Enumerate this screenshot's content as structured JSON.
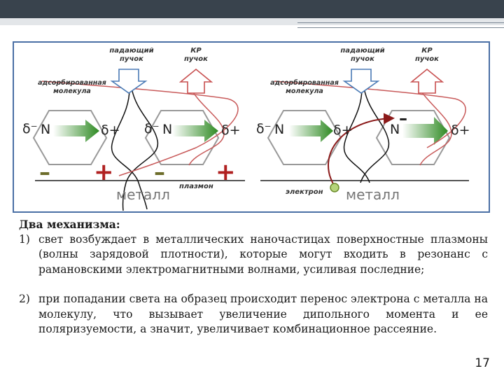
{
  "figure": {
    "left": {
      "incident_beam": "падающий\nпучок",
      "raman_beam": "КР\nпучок",
      "adsorbed_molecule": "адсорбированная\nмолекула",
      "delta_minus_1": "δ⁻",
      "delta_plus_1": "δ+",
      "delta_minus_2": "δ⁻",
      "delta_plus_2": "δ+",
      "n1": "N",
      "n2": "N",
      "metal": "металл",
      "plasmon": "плазмон",
      "charges": [
        "–",
        "+",
        "–",
        "+"
      ]
    },
    "right": {
      "incident_beam": "падающий\nпучок",
      "raman_beam": "КР\nпучок",
      "adsorbed_molecule": "адсорбированная\nмолекула",
      "delta_minus_1": "δ⁻",
      "delta_plus_1": "δ+",
      "delta_plus_2": "δ+",
      "n1": "N",
      "n2": "N",
      "minus": "–",
      "electron": "электрон",
      "metal": "металл"
    }
  },
  "text": {
    "title": "Два механизма:",
    "item1_num": "1)",
    "item1": "свет возбуждает в металлических наночастицах поверхностные плазмоны (волны зарядовой плотности), которые могут входить в резонанс с рамановскими электромагнитными волнами, усиливая последние;",
    "item2_num": "2)",
    "item2": "при попадании света на образец происходит перенос электрона с металла на молекулу, что вызывает увеличение дипольного момента и ее поляризуемости, а значит, увеличивает комбинационное рассеяние."
  },
  "page_number": "17",
  "colors": {
    "topbar": "#39434d",
    "frame": "#4a6fa5",
    "red_wave": "#c85a5a",
    "arrow_green": "#3a8a2a",
    "electron_arrow": "#8b1a1a"
  }
}
